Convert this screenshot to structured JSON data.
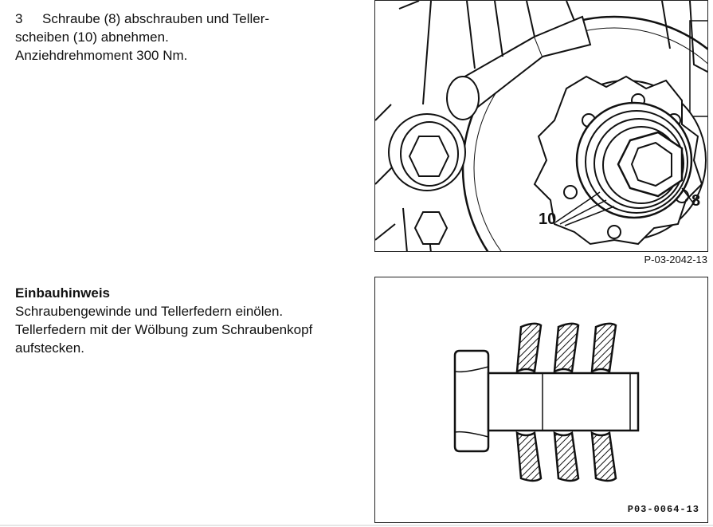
{
  "step": {
    "number": "3",
    "line1": "Schraube (8) abschrauben und Teller-",
    "line2": "scheiben (10) abnehmen.",
    "line3": "Anziehdrehmoment 300 Nm."
  },
  "hint": {
    "heading": "Einbauhinweis",
    "line1": "Schraubengewinde und Tellerfedern einölen.",
    "line2": "Tellerfedern mit der Wölbung zum Schraubenkopf",
    "line3": "aufstecken."
  },
  "figure1": {
    "code": "P-03-2042-13",
    "callout_bolt": "8",
    "callout_washers": "10"
  },
  "figure2": {
    "code": "P03-0064-13"
  }
}
